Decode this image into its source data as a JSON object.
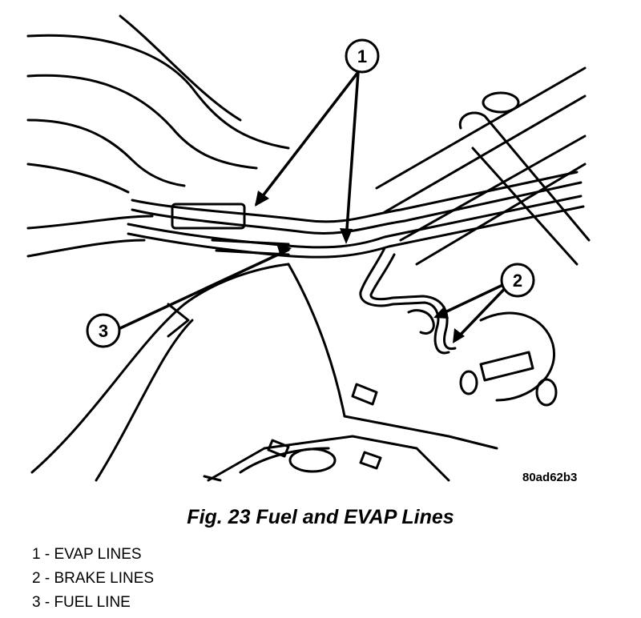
{
  "figure": {
    "ref_code": "80ad62b3",
    "caption": "Fig. 23 Fuel and EVAP Lines"
  },
  "callouts": [
    {
      "number": "1"
    },
    {
      "number": "2"
    },
    {
      "number": "3"
    }
  ],
  "legend": [
    {
      "text": "1 - EVAP LINES"
    },
    {
      "text": "2 - BRAKE LINES"
    },
    {
      "text": "3 - FUEL LINE"
    }
  ]
}
